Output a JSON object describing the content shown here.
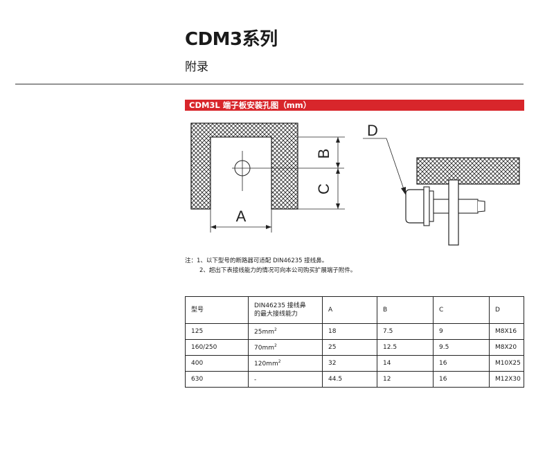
{
  "page": {
    "title": "CDM3系列",
    "subtitle": "附录"
  },
  "section": {
    "heading": "CDM3L 端子板安装孔图（mm）"
  },
  "diagram": {
    "label_a": "A",
    "label_b": "B",
    "label_c": "C",
    "label_d": "D"
  },
  "notes": {
    "line1": "注：1、以下型号的断路器可适配 DIN46235 接线鼻。",
    "line2": "2、超出下表接线能力的情况可向本公司购买扩展端子附件。"
  },
  "table": {
    "headers": [
      "型号",
      "DIN46235 接线鼻",
      "A",
      "B",
      "C",
      "D"
    ],
    "header_line2": "的最大接线能力",
    "rows": [
      {
        "model": "125",
        "capacity": "25mm",
        "sup": "2",
        "a": "18",
        "b": "7.5",
        "c": "9",
        "d": "M8X16"
      },
      {
        "model": "160/250",
        "capacity": "70mm",
        "sup": "2",
        "a": "25",
        "b": "12.5",
        "c": "9.5",
        "d": "M8X20"
      },
      {
        "model": "400",
        "capacity": "120mm",
        "sup": "2",
        "a": "32",
        "b": "14",
        "c": "16",
        "d": "M10X25"
      },
      {
        "model": "630",
        "capacity": "-",
        "sup": "",
        "a": "44.5",
        "b": "12",
        "c": "16",
        "d": "M12X30"
      }
    ]
  },
  "colors": {
    "accent": "#d8262b"
  }
}
